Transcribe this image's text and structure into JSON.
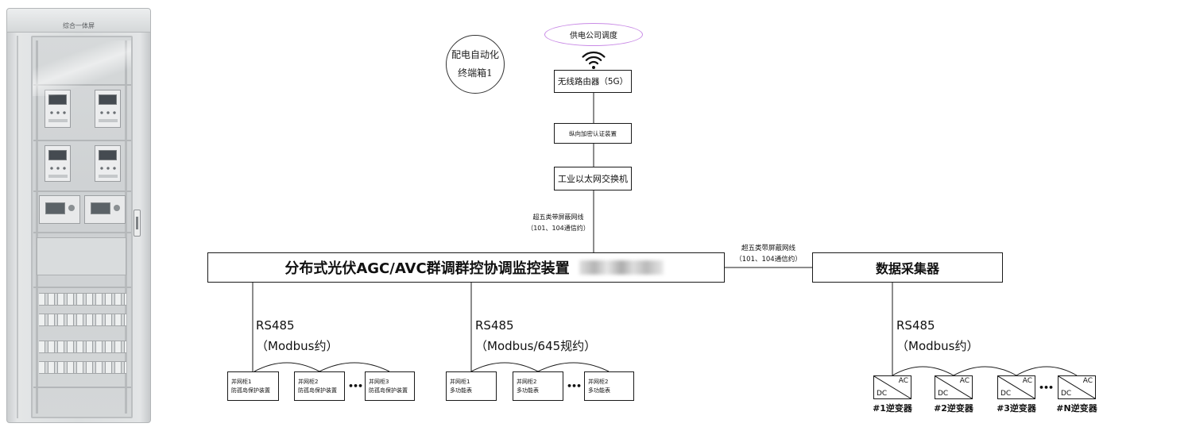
{
  "cabinet": {
    "label": "综合一体屏"
  },
  "dispatch": {
    "label": "供电公司调度"
  },
  "annotation": {
    "line1": "配电自动化",
    "line2": "终端箱1"
  },
  "router": {
    "label": "无线路由器（5G）"
  },
  "encryption": {
    "label": "纵向加密认证装置"
  },
  "switch": {
    "label": "工业以太网交换机"
  },
  "uplink_cable": {
    "line1": "超五类带屏蔽网线",
    "line2": "（101、104通信约）"
  },
  "controller": {
    "label": "分布式光伏AGC/AVC群调群控协调监控装置"
  },
  "collector_cable": {
    "line1": "超五类带屏蔽网线",
    "line2": "（101、104通信约）"
  },
  "collector": {
    "label": "数据采集器"
  },
  "rs485_links": [
    {
      "protocol": "RS485",
      "spec": "（Modbus约）"
    },
    {
      "protocol": "RS485",
      "spec": "（Modbus/645规约）"
    },
    {
      "protocol": "RS485",
      "spec": "（Modbus约）"
    }
  ],
  "protection_devices": [
    {
      "cabinet": "并网柜1",
      "device": "防孤岛保护装置"
    },
    {
      "cabinet": "并网柜2",
      "device": "防孤岛保护装置"
    },
    {
      "cabinet": "并网柜3",
      "device": "防孤岛保护装置"
    }
  ],
  "meters": [
    {
      "cabinet": "并网柜1",
      "device": "多功能表"
    },
    {
      "cabinet": "并网柜2",
      "device": "多功能表"
    },
    {
      "cabinet": "并网柜2",
      "device": "多功能表"
    }
  ],
  "inverters": [
    {
      "ac": "AC",
      "dc": "DC",
      "label": "#1逆变器"
    },
    {
      "ac": "AC",
      "dc": "DC",
      "label": "#2逆变器"
    },
    {
      "ac": "AC",
      "dc": "DC",
      "label": "#3逆变器"
    },
    {
      "ac": "AC",
      "dc": "DC",
      "label": "#N逆变器"
    }
  ],
  "ellipsis": "•••",
  "icons": {
    "wireless": "wifi-icon"
  },
  "colors": {
    "line": "#1a1a1a",
    "dispatch_outline": "#c98be6",
    "cabinet": "#dcdfe0"
  }
}
